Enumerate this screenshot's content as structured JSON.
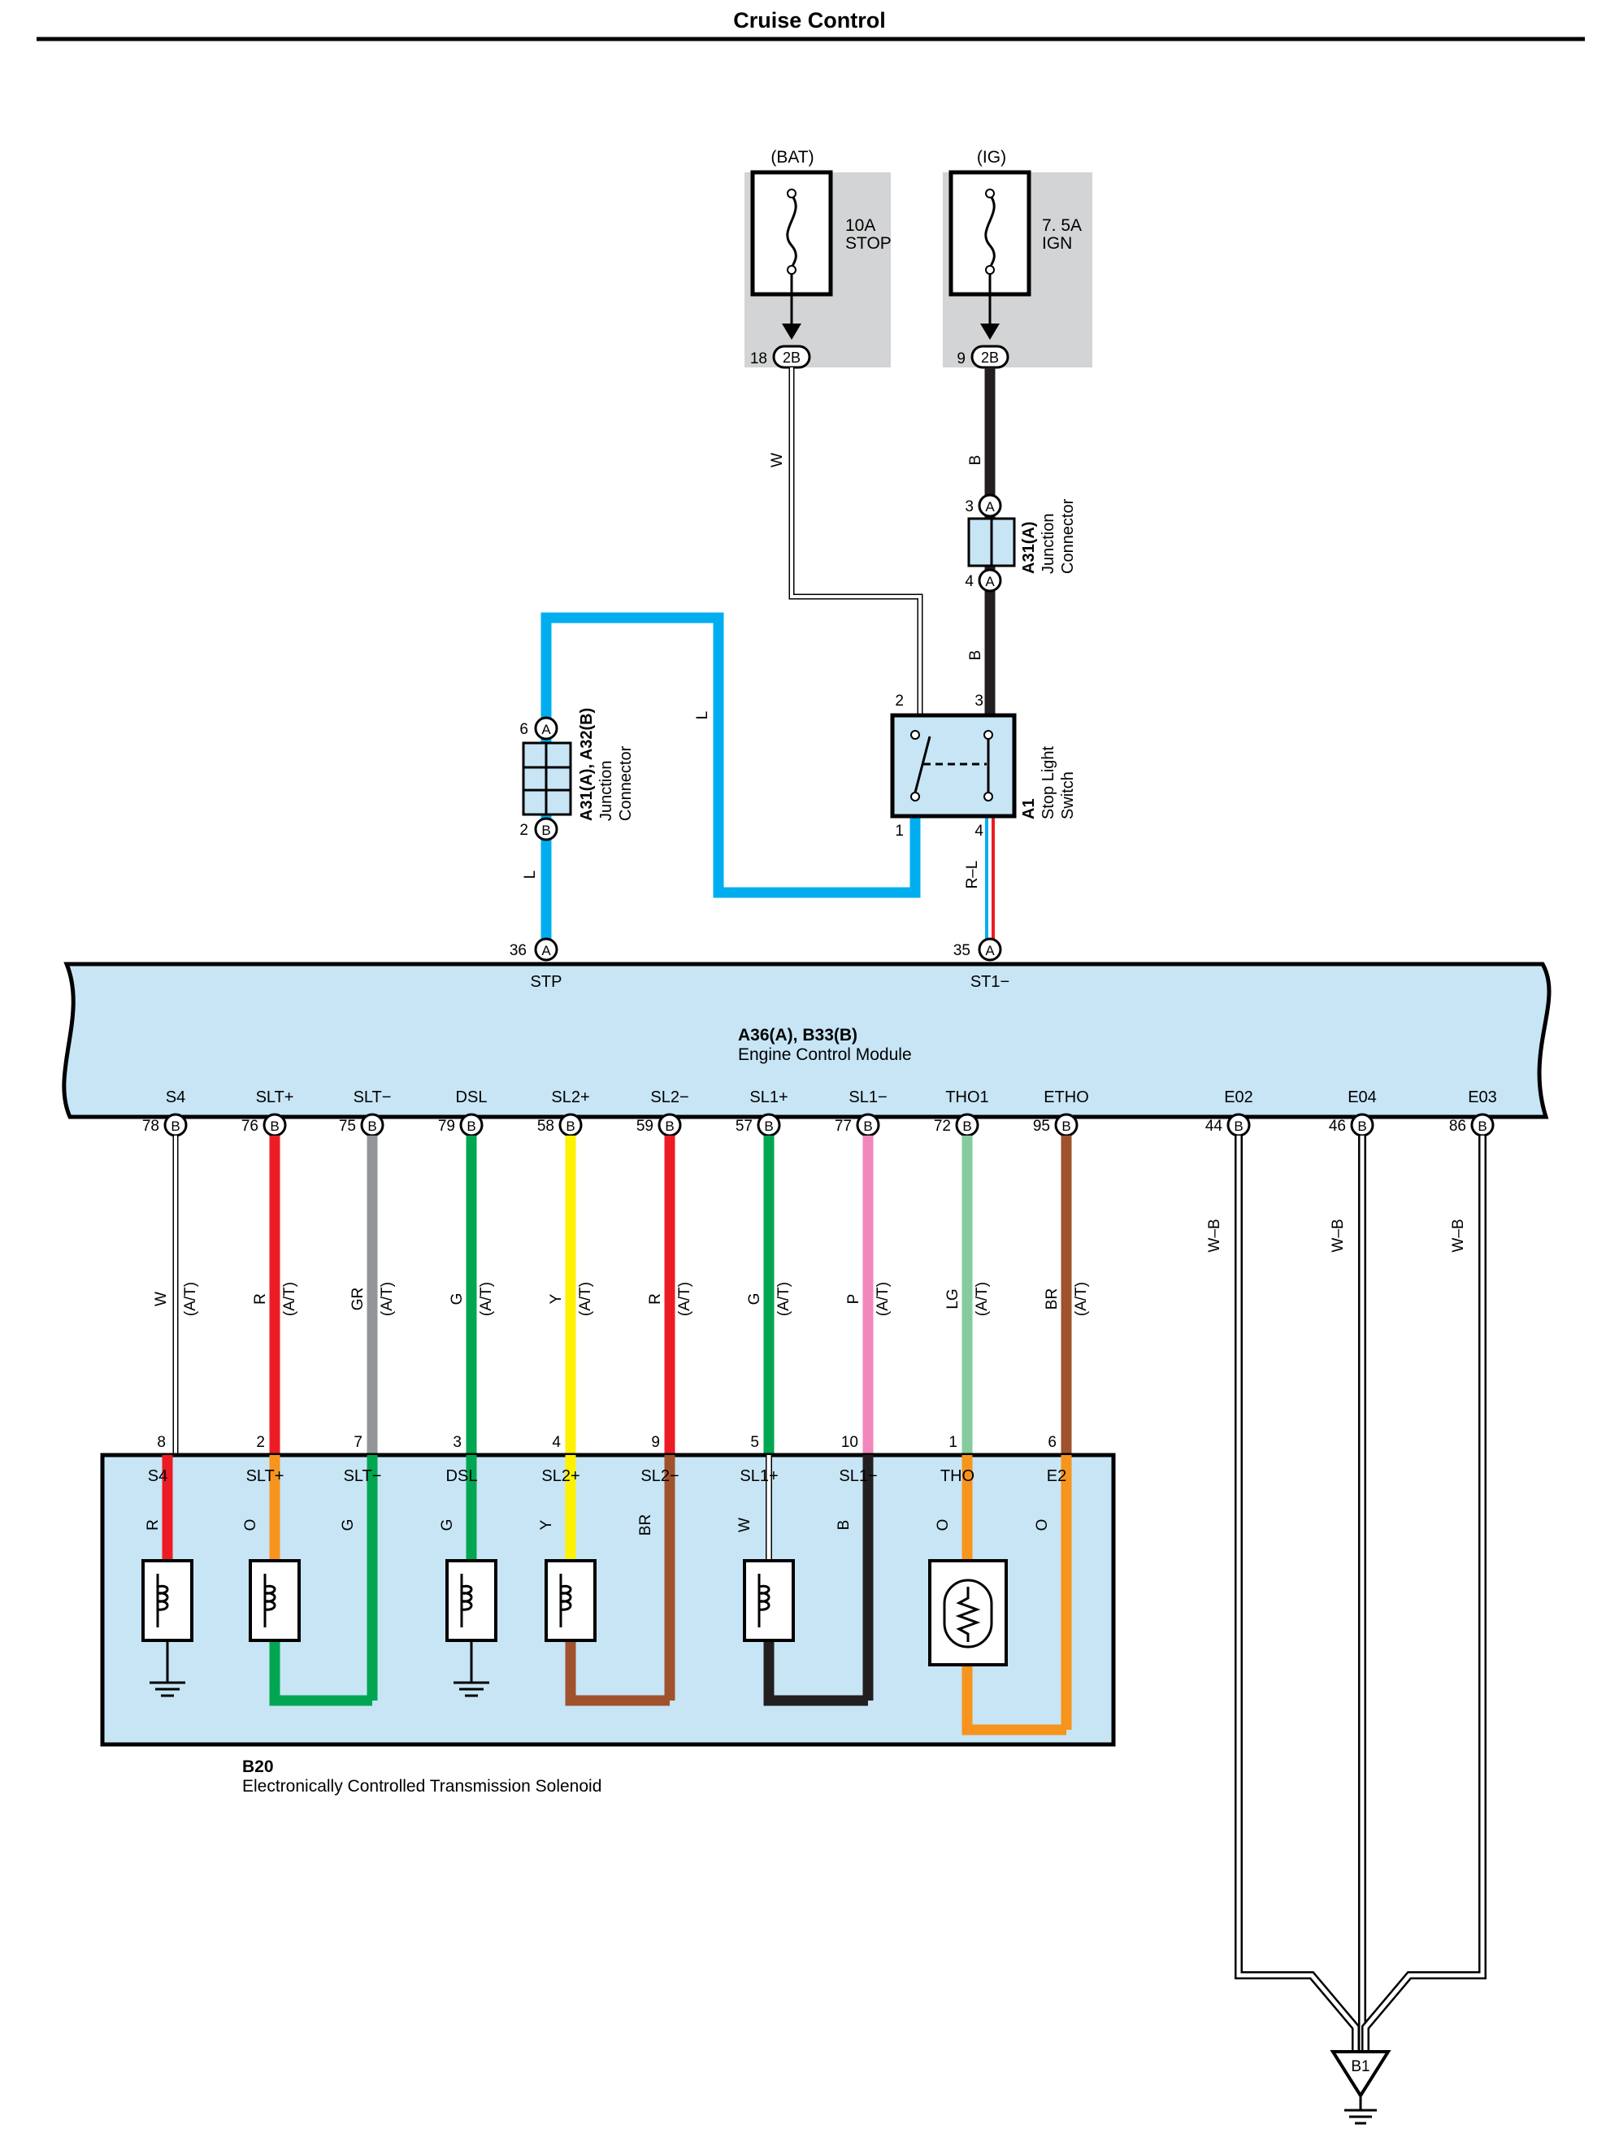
{
  "page_title": "Cruise Control",
  "fuses": {
    "bat": {
      "source": "(BAT)",
      "rating": "10A",
      "name": "STOP",
      "pin": "18",
      "conn": "2B"
    },
    "ig": {
      "source": "(IG)",
      "rating": "7. 5A",
      "name": "IGN",
      "pin": "9",
      "conn": "2B"
    }
  },
  "junction_a31": {
    "id": "A31(A)",
    "desc1": "Junction",
    "desc2": "Connector",
    "pin_top": "3",
    "pin_bottom": "4",
    "conn": "A"
  },
  "junction_a31_a32": {
    "id": "A31(A), A32(B)",
    "desc1": "Junction",
    "desc2": "Connector",
    "pin_top": "6",
    "pin_top_conn": "A",
    "pin_bottom": "2",
    "pin_bottom_conn": "B"
  },
  "stop_switch": {
    "id": "A1",
    "desc1": "Stop Light",
    "desc2": "Switch",
    "pin_tl": "2",
    "pin_tr": "3",
    "pin_bl": "1",
    "pin_br": "4"
  },
  "ecm": {
    "id": "A36(A), B33(B)",
    "name": "Engine Control Module",
    "top_pins": [
      {
        "num": "36",
        "conn": "A",
        "sig": "STP"
      },
      {
        "num": "35",
        "conn": "A",
        "sig": "ST1−"
      }
    ],
    "bottom_pins": [
      {
        "sig": "S4",
        "num": "78",
        "conn": "B"
      },
      {
        "sig": "SLT+",
        "num": "76",
        "conn": "B"
      },
      {
        "sig": "SLT−",
        "num": "75",
        "conn": "B"
      },
      {
        "sig": "DSL",
        "num": "79",
        "conn": "B"
      },
      {
        "sig": "SL2+",
        "num": "58",
        "conn": "B"
      },
      {
        "sig": "SL2−",
        "num": "59",
        "conn": "B"
      },
      {
        "sig": "SL1+",
        "num": "57",
        "conn": "B"
      },
      {
        "sig": "SL1−",
        "num": "77",
        "conn": "B"
      },
      {
        "sig": "THO1",
        "num": "72",
        "conn": "B"
      },
      {
        "sig": "ETHO",
        "num": "95",
        "conn": "B"
      },
      {
        "sig": "E02",
        "num": "44",
        "conn": "B"
      },
      {
        "sig": "E04",
        "num": "46",
        "conn": "B"
      },
      {
        "sig": "E03",
        "num": "86",
        "conn": "B"
      }
    ]
  },
  "wire_labels": {
    "w_bat": "W",
    "b_ig_top": "B",
    "b_ig_mid": "B",
    "l_stp_loop": "L",
    "l_stp_low": "L",
    "rl_st1": "R–L",
    "tcm_wires": [
      {
        "color": "W",
        "note": "(A/T)"
      },
      {
        "color": "R",
        "note": "(A/T)"
      },
      {
        "color": "GR",
        "note": "(A/T)"
      },
      {
        "color": "G",
        "note": "(A/T)"
      },
      {
        "color": "Y",
        "note": "(A/T)"
      },
      {
        "color": "R",
        "note": "(A/T)"
      },
      {
        "color": "G",
        "note": "(A/T)"
      },
      {
        "color": "P",
        "note": "(A/T)"
      },
      {
        "color": "LG",
        "note": "(A/T)"
      },
      {
        "color": "BR",
        "note": "(A/T)"
      }
    ],
    "ground_wires": [
      "W–B",
      "W–B",
      "W–B"
    ]
  },
  "solenoid": {
    "id": "B20",
    "name": "Electronically Controlled Transmission Solenoid",
    "pins": [
      {
        "num": "8",
        "sig": "S4",
        "internal": "R"
      },
      {
        "num": "2",
        "sig": "SLT+",
        "internal": "O"
      },
      {
        "num": "7",
        "sig": "SLT−",
        "internal": "G"
      },
      {
        "num": "3",
        "sig": "DSL",
        "internal": "G"
      },
      {
        "num": "4",
        "sig": "SL2+",
        "internal": "Y"
      },
      {
        "num": "9",
        "sig": "SL2−",
        "internal": "BR"
      },
      {
        "num": "5",
        "sig": "SL1+",
        "internal": "W"
      },
      {
        "num": "10",
        "sig": "SL1−",
        "internal": "B"
      },
      {
        "num": "1",
        "sig": "THO",
        "internal": "O"
      },
      {
        "num": "6",
        "sig": "E2",
        "internal": "O"
      }
    ]
  },
  "ground": {
    "id": "B1"
  },
  "colors": {
    "fuse_box": "#d3d4d5",
    "ecm_fill": "#c7e5f5",
    "blue_wire": "#00aeef",
    "red": "#ed1c24",
    "gray": "#939598",
    "green": "#00a651",
    "yellow": "#fff200",
    "brown": "#a0522d",
    "pink": "#f386bd",
    "light_green": "#86cb9d",
    "orange": "#f7941d",
    "black": "#231f20"
  }
}
